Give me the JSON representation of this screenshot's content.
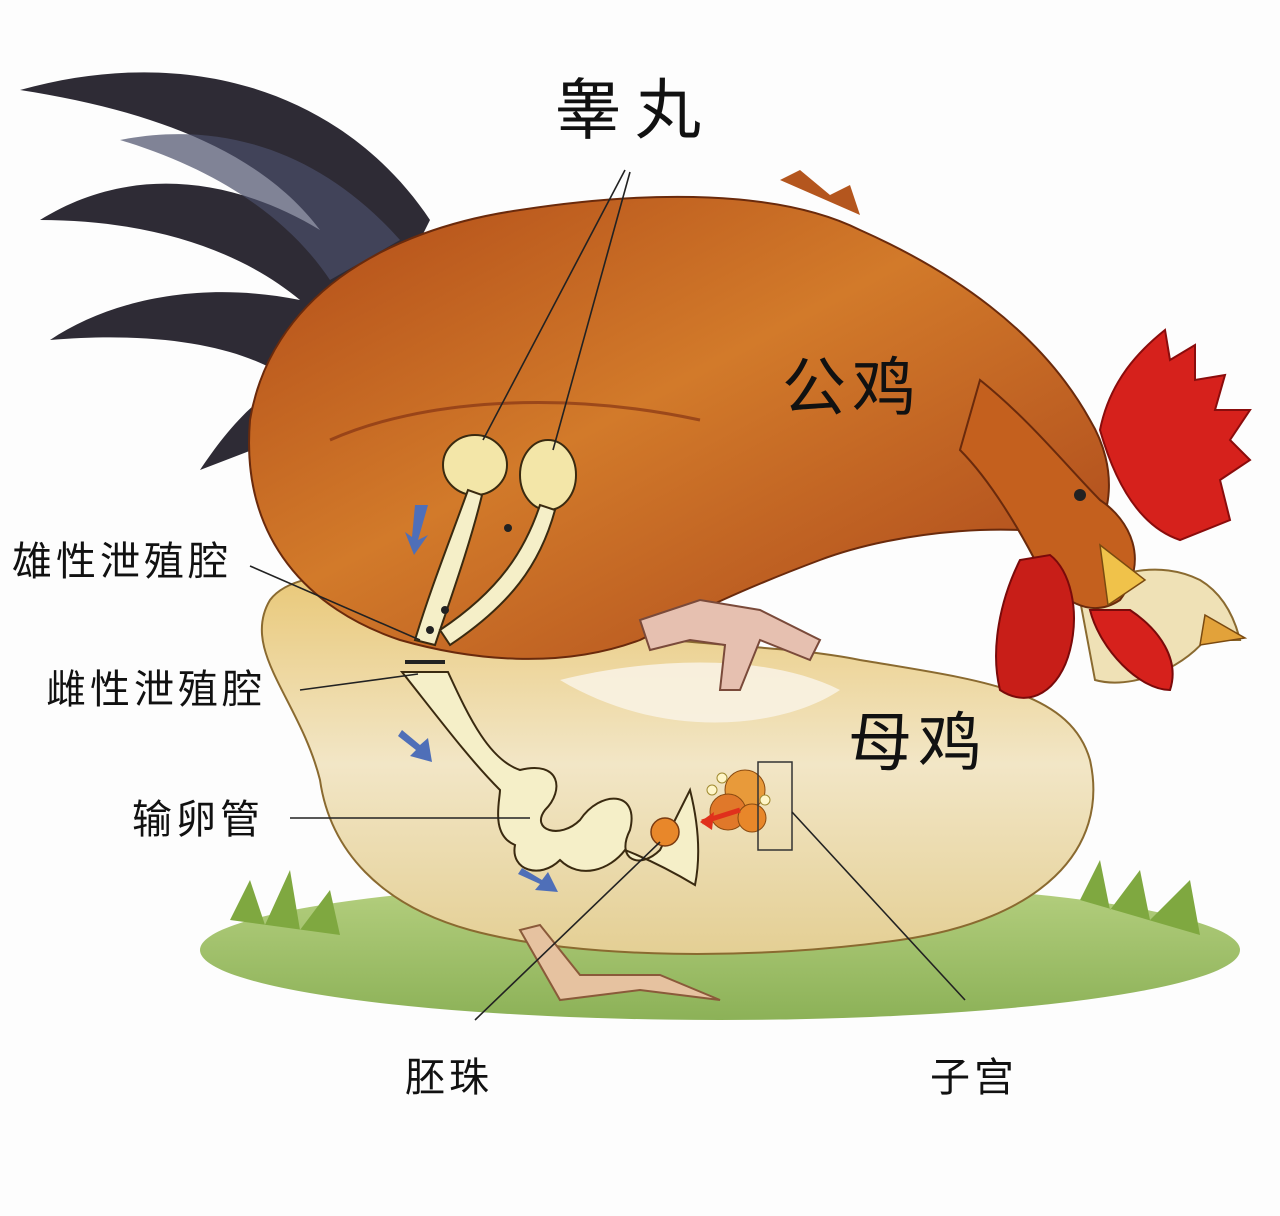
{
  "diagram": {
    "type": "anatomical illustration",
    "subject": "rooster mating with hen – reproductive anatomy",
    "labels": {
      "testes": "睾丸",
      "rooster": "公鸡",
      "hen": "母鸡",
      "male_cloaca": "雄性泄殖腔",
      "female_cloaca": "雌性泄殖腔",
      "oviduct": "输卵管",
      "germinal_disc": "胚珠",
      "uterus": "子宫"
    },
    "colors": {
      "background": "#fdfdfd",
      "rooster_body": "#c8641e",
      "rooster_dark": "#8a3a12",
      "tail_feathers": "#2e2b35",
      "tail_sheen": "#4a4e6a",
      "comb": "#d6211c",
      "hen_body": "#e8cf8e",
      "hen_light": "#f3ead0",
      "grass": "#8db24a",
      "organ": "#f5efc8",
      "ovum": "#e8872a",
      "arrow_blue": "#4f6fb8",
      "arrow_red": "#e0301c",
      "label_text": "#111111",
      "leader_line": "#222222"
    }
  }
}
